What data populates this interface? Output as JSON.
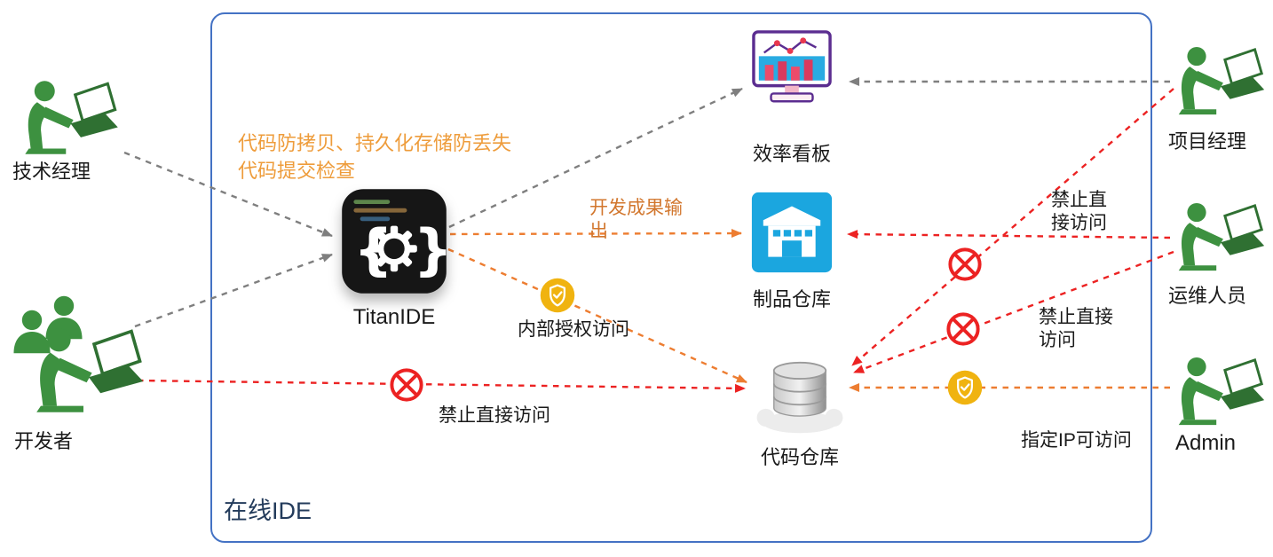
{
  "container": {
    "label": "在线IDE"
  },
  "annotations": {
    "titanide_note_line1": "代码防拷贝、持久化存储防丢失",
    "titanide_note_line2": "代码提交检查"
  },
  "actors": {
    "tech_manager": {
      "label": "技术经理"
    },
    "developers": {
      "label": "开发者"
    },
    "project_manager": {
      "label": "项目经理"
    },
    "ops": {
      "label": "运维人员"
    },
    "admin": {
      "label": "Admin"
    }
  },
  "nodes": {
    "titanide": {
      "label": "TitanIDE"
    },
    "dashboard": {
      "label": "效率看板"
    },
    "artifact_repo": {
      "label": "制品仓库"
    },
    "code_repo": {
      "label": "代码仓库"
    }
  },
  "edges": [
    {
      "from": "技术经理",
      "to": "TitanIDE",
      "style": "gray-dashed"
    },
    {
      "from": "开发者",
      "to": "TitanIDE",
      "style": "gray-dashed"
    },
    {
      "from": "TitanIDE",
      "to": "效率看板",
      "style": "gray-dashed"
    },
    {
      "from": "项目经理",
      "to": "效率看板",
      "style": "gray-dashed"
    },
    {
      "from": "TitanIDE",
      "to": "制品仓库",
      "style": "orange-dashed",
      "label": "开发成果输出"
    },
    {
      "from": "TitanIDE",
      "to": "代码仓库",
      "style": "orange-dashed",
      "badge": "shield",
      "label": "内部授权访问"
    },
    {
      "from": "开发者",
      "to": "代码仓库",
      "style": "red-dashed",
      "badge": "forbidden",
      "label": "禁止直接访问"
    },
    {
      "from": "项目经理",
      "to": "代码仓库",
      "style": "red-dashed",
      "badge": "forbidden",
      "label": "禁止直接访问"
    },
    {
      "from": "运维人员",
      "to": "制品仓库",
      "style": "red-dashed"
    },
    {
      "from": "运维人员",
      "to": "代码仓库",
      "style": "red-dashed",
      "badge": "forbidden",
      "label": "禁止直接访问"
    },
    {
      "from": "Admin",
      "to": "代码仓库",
      "style": "orange-dashed",
      "badge": "shield",
      "label": "指定IP可访问"
    }
  ],
  "colors": {
    "container_border": "#4472C4",
    "container_label": "#233B5B",
    "gray_edge": "#7F7F7F",
    "orange_edge": "#ED7D31",
    "red_edge": "#EC2222",
    "note_text": "#EE9C3B",
    "orange_label_text": "#D2772E",
    "shield_fill": "#F0B310",
    "person_green": "#3D9140",
    "person_green_dark": "#2F7032",
    "artifact_blue": "#1BA6DF",
    "dashboard_purple": "#5B2D90",
    "dashboard_screen_blue": "#29ABE2",
    "dashboard_bar_pink": "#EC4B6A",
    "titanide_bg": "#161616"
  }
}
